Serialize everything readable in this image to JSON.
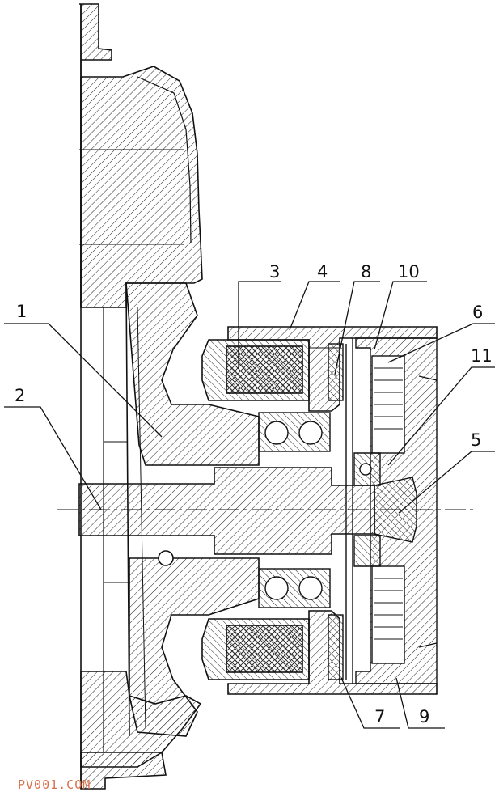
{
  "callouts": [
    {
      "num": "1"
    },
    {
      "num": "2"
    },
    {
      "num": "3"
    },
    {
      "num": "4"
    },
    {
      "num": "8"
    },
    {
      "num": "10"
    },
    {
      "num": "6"
    },
    {
      "num": "11"
    },
    {
      "num": "5"
    },
    {
      "num": "7"
    },
    {
      "num": "9"
    }
  ],
  "watermark": "PV001.COM",
  "colors": {
    "line": "#111111",
    "watermark": "#d9704a",
    "background": "#ffffff"
  }
}
